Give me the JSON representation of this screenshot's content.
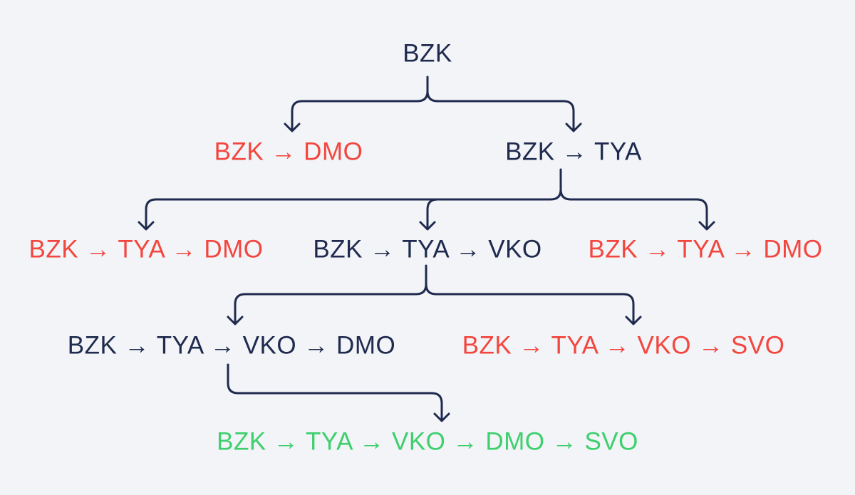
{
  "diagram_type": "tree",
  "arrow_symbol": "→",
  "colors": {
    "background": "#f2f4f7",
    "connector_line": "#1f2a4e",
    "navy": "#1f2a4e",
    "red": "#f3463f",
    "green": "#3fcf6e"
  },
  "nodes": [
    {
      "id": "root",
      "label": "BZK",
      "color": "navy",
      "row": 1
    },
    {
      "id": "bzk-dmo",
      "label": "BZK → DMO",
      "color": "red",
      "row": 2
    },
    {
      "id": "bzk-tya",
      "label": "BZK → TYA",
      "color": "navy",
      "row": 2
    },
    {
      "id": "bzk-tya-dmo-left",
      "label": "BZK → TYA → DMO",
      "color": "red",
      "row": 3
    },
    {
      "id": "bzk-tya-vko",
      "label": "BZK → TYA → VKO",
      "color": "navy",
      "row": 3
    },
    {
      "id": "bzk-tya-dmo-right",
      "label": "BZK → TYA → DMO",
      "color": "red",
      "row": 3
    },
    {
      "id": "bzk-tya-vko-dmo",
      "label": "BZK → TYA → VKO → DMO",
      "color": "navy",
      "row": 4
    },
    {
      "id": "bzk-tya-vko-svo",
      "label": "BZK → TYA → VKO → SVO",
      "color": "red",
      "row": 4
    },
    {
      "id": "bzk-tya-vko-dmo-svo",
      "label": "BZK → TYA → VKO → DMO → SVO",
      "color": "green",
      "row": 5
    }
  ],
  "edges": [
    {
      "from": "root",
      "to": "bzk-dmo"
    },
    {
      "from": "root",
      "to": "bzk-tya"
    },
    {
      "from": "bzk-tya",
      "to": "bzk-tya-dmo-left"
    },
    {
      "from": "bzk-tya",
      "to": "bzk-tya-vko"
    },
    {
      "from": "bzk-tya",
      "to": "bzk-tya-dmo-right"
    },
    {
      "from": "bzk-tya-vko",
      "to": "bzk-tya-vko-dmo"
    },
    {
      "from": "bzk-tya-vko",
      "to": "bzk-tya-vko-svo"
    },
    {
      "from": "bzk-tya-vko-dmo",
      "to": "bzk-tya-vko-dmo-svo"
    }
  ]
}
